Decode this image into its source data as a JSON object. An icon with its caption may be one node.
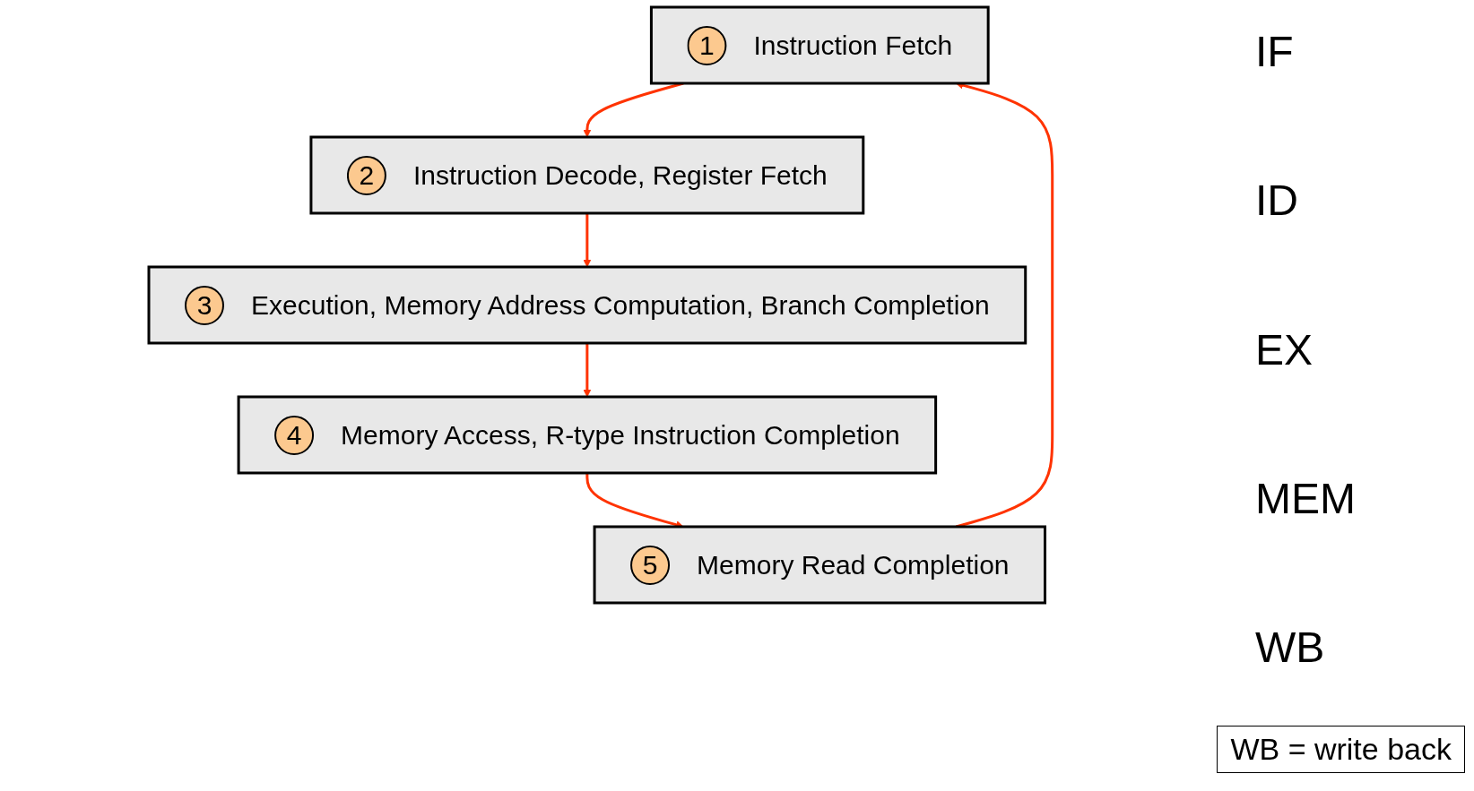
{
  "diagram": {
    "nodes": [
      {
        "text": [
          "1",
          "Instruction Fetch"
        ]
      },
      {
        "text": [
          "2",
          "Instruction Decode, Register Fetch"
        ]
      },
      {
        "text": [
          "3",
          "Execution, Memory Address Computation, Branch Completion"
        ]
      },
      {
        "text": [
          "4",
          "Memory Access, R-type Instruction Completion"
        ]
      },
      {
        "text": [
          "5",
          "Memory Read Completion"
        ]
      }
    ],
    "edges": [
      {
        "from": 0,
        "to": 1,
        "arrow": "to"
      },
      {
        "from": 1,
        "to": 2,
        "arrow": "to"
      },
      {
        "from": 2,
        "to": 3,
        "arrow": "to"
      },
      {
        "from": 3,
        "to": 4,
        "arrow": "to"
      },
      {
        "from": 4,
        "to": 0,
        "arrow": "to"
      }
    ],
    "labels": [
      "IF",
      "ID",
      "EX",
      "MEM",
      "WB",
      "WB = write back"
    ]
  }
}
